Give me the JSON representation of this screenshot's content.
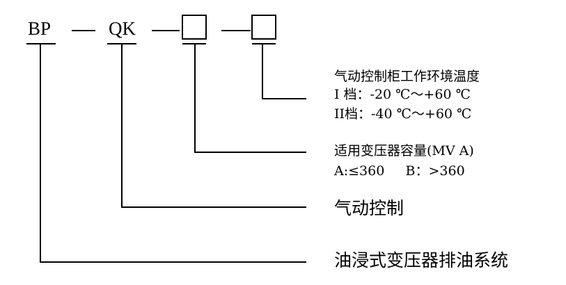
{
  "code": {
    "seg1": "BP",
    "seg2": "QK",
    "dash": "—"
  },
  "legend": {
    "temp_title": "气动控制柜工作环境温度",
    "temp_line1": "I 档：-20 ℃～+60 ℃",
    "temp_line2": "II档：-40 ℃～+60 ℃",
    "capacity_title": "适用变压器容量(MV A)",
    "capacity_line": "A:≤360     B：>360",
    "control": "气动控制",
    "system": "油浸式变压器排油系统"
  },
  "colors": {
    "line": "#000000",
    "background": "#ffffff"
  }
}
